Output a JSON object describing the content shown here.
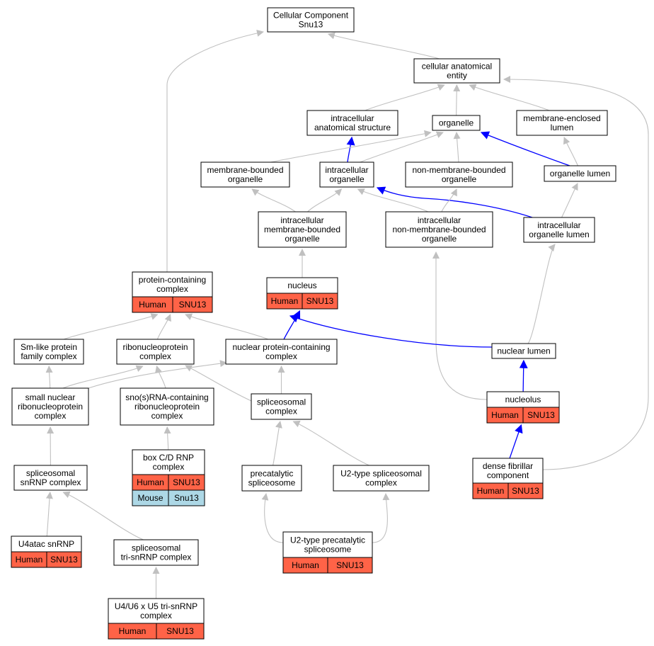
{
  "colors": {
    "node_fill": "#ffffff",
    "node_border": "#000000",
    "edge_gray": "#c0c0c0",
    "edge_blue": "#0000ff",
    "human_fill": "#ff6347",
    "mouse_fill": "#add8e6"
  },
  "nodes": [
    {
      "id": "cc",
      "lines": [
        "Cellular Component",
        "Snu13"
      ],
      "annotations": []
    },
    {
      "id": "cae",
      "lines": [
        "cellular anatomical",
        "entity"
      ],
      "annotations": []
    },
    {
      "id": "ias",
      "lines": [
        "intracellular",
        "anatomical structure"
      ],
      "annotations": []
    },
    {
      "id": "org",
      "lines": [
        "organelle"
      ],
      "annotations": []
    },
    {
      "id": "mel",
      "lines": [
        "membrane-enclosed",
        "lumen"
      ],
      "annotations": []
    },
    {
      "id": "mbo",
      "lines": [
        "membrane-bounded",
        "organelle"
      ],
      "annotations": []
    },
    {
      "id": "io",
      "lines": [
        "intracellular",
        "organelle"
      ],
      "annotations": []
    },
    {
      "id": "nmbo",
      "lines": [
        "non-membrane-bounded",
        "organelle"
      ],
      "annotations": []
    },
    {
      "id": "ol",
      "lines": [
        "organelle lumen"
      ],
      "annotations": []
    },
    {
      "id": "imbo",
      "lines": [
        "intracellular",
        "membrane-bounded",
        "organelle"
      ],
      "annotations": []
    },
    {
      "id": "inmbo",
      "lines": [
        "intracellular",
        "non-membrane-bounded",
        "organelle"
      ],
      "annotations": []
    },
    {
      "id": "iol",
      "lines": [
        "intracellular",
        "organelle lumen"
      ],
      "annotations": []
    },
    {
      "id": "pcc",
      "lines": [
        "protein-containing",
        "complex"
      ],
      "annotations": [
        {
          "species": "Human",
          "gene": "SNU13"
        }
      ]
    },
    {
      "id": "nuc",
      "lines": [
        "nucleus"
      ],
      "annotations": [
        {
          "species": "Human",
          "gene": "SNU13"
        }
      ]
    },
    {
      "id": "smlp",
      "lines": [
        "Sm-like protein",
        "family complex"
      ],
      "annotations": []
    },
    {
      "id": "rnp",
      "lines": [
        "ribonucleoprotein",
        "complex"
      ],
      "annotations": []
    },
    {
      "id": "npcc",
      "lines": [
        "nuclear protein-containing",
        "complex"
      ],
      "annotations": []
    },
    {
      "id": "nl",
      "lines": [
        "nuclear lumen"
      ],
      "annotations": []
    },
    {
      "id": "snrnp",
      "lines": [
        "small nuclear",
        "ribonucleoprotein",
        "complex"
      ],
      "annotations": []
    },
    {
      "id": "snornp",
      "lines": [
        "sno(s)RNA-containing",
        "ribonucleoprotein",
        "complex"
      ],
      "annotations": []
    },
    {
      "id": "spc",
      "lines": [
        "spliceosomal",
        "complex"
      ],
      "annotations": []
    },
    {
      "id": "nclo",
      "lines": [
        "nucleolus"
      ],
      "annotations": [
        {
          "species": "Human",
          "gene": "SNU13"
        }
      ]
    },
    {
      "id": "boxcd",
      "lines": [
        "box C/D RNP",
        "complex"
      ],
      "annotations": [
        {
          "species": "Human",
          "gene": "SNU13"
        },
        {
          "species": "Mouse",
          "gene": "Snu13"
        }
      ]
    },
    {
      "id": "ssnrnp",
      "lines": [
        "spliceosomal",
        "snRNP complex"
      ],
      "annotations": []
    },
    {
      "id": "precat",
      "lines": [
        "precatalytic",
        "spliceosome"
      ],
      "annotations": []
    },
    {
      "id": "u2sc",
      "lines": [
        "U2-type spliceosomal",
        "complex"
      ],
      "annotations": []
    },
    {
      "id": "dfc",
      "lines": [
        "dense fibrillar",
        "component"
      ],
      "annotations": [
        {
          "species": "Human",
          "gene": "SNU13"
        }
      ]
    },
    {
      "id": "u4atac",
      "lines": [
        "U4atac snRNP"
      ],
      "annotations": [
        {
          "species": "Human",
          "gene": "SNU13"
        }
      ]
    },
    {
      "id": "tri",
      "lines": [
        "spliceosomal",
        "tri-snRNP complex"
      ],
      "annotations": []
    },
    {
      "id": "u2pre",
      "lines": [
        "U2-type precatalytic",
        "spliceosome"
      ],
      "annotations": [
        {
          "species": "Human",
          "gene": "SNU13"
        }
      ]
    },
    {
      "id": "u4u6",
      "lines": [
        "U4/U6 x U5 tri-snRNP",
        "complex"
      ],
      "annotations": [
        {
          "species": "Human",
          "gene": "SNU13"
        }
      ]
    }
  ],
  "edges": [
    {
      "from": "cae",
      "to": "cc",
      "color": "gray"
    },
    {
      "from": "pcc",
      "to": "cc",
      "color": "gray"
    },
    {
      "from": "ias",
      "to": "cae",
      "color": "gray"
    },
    {
      "from": "org",
      "to": "cae",
      "color": "gray"
    },
    {
      "from": "mel",
      "to": "cae",
      "color": "gray"
    },
    {
      "from": "dfc",
      "to": "cae",
      "color": "gray"
    },
    {
      "from": "io",
      "to": "ias",
      "color": "blue"
    },
    {
      "from": "mbo",
      "to": "org",
      "color": "gray"
    },
    {
      "from": "io",
      "to": "org",
      "color": "gray"
    },
    {
      "from": "nmbo",
      "to": "org",
      "color": "gray"
    },
    {
      "from": "ol",
      "to": "org",
      "color": "blue"
    },
    {
      "from": "ol",
      "to": "mel",
      "color": "gray"
    },
    {
      "from": "imbo",
      "to": "mbo",
      "color": "gray"
    },
    {
      "from": "imbo",
      "to": "io",
      "color": "gray"
    },
    {
      "from": "inmbo",
      "to": "io",
      "color": "gray"
    },
    {
      "from": "iol",
      "to": "io",
      "color": "blue"
    },
    {
      "from": "inmbo",
      "to": "nmbo",
      "color": "gray"
    },
    {
      "from": "iol",
      "to": "ol",
      "color": "gray"
    },
    {
      "from": "nuc",
      "to": "imbo",
      "color": "gray"
    },
    {
      "from": "nclo",
      "to": "inmbo",
      "color": "gray"
    },
    {
      "from": "nl",
      "to": "iol",
      "color": "gray"
    },
    {
      "from": "npcc",
      "to": "nuc",
      "color": "blue"
    },
    {
      "from": "nl",
      "to": "nuc",
      "color": "blue"
    },
    {
      "from": "smlp",
      "to": "pcc",
      "color": "gray"
    },
    {
      "from": "rnp",
      "to": "pcc",
      "color": "gray"
    },
    {
      "from": "npcc",
      "to": "pcc",
      "color": "gray"
    },
    {
      "from": "nclo",
      "to": "nl",
      "color": "blue"
    },
    {
      "from": "snrnp",
      "to": "smlp",
      "color": "gray"
    },
    {
      "from": "snrnp",
      "to": "rnp",
      "color": "gray"
    },
    {
      "from": "snornp",
      "to": "rnp",
      "color": "gray"
    },
    {
      "from": "spc",
      "to": "rnp",
      "color": "gray"
    },
    {
      "from": "snrnp",
      "to": "npcc",
      "color": "gray"
    },
    {
      "from": "spc",
      "to": "npcc",
      "color": "gray"
    },
    {
      "from": "boxcd",
      "to": "snornp",
      "color": "gray"
    },
    {
      "from": "dfc",
      "to": "nclo",
      "color": "blue"
    },
    {
      "from": "ssnrnp",
      "to": "snrnp",
      "color": "gray"
    },
    {
      "from": "precat",
      "to": "spc",
      "color": "gray"
    },
    {
      "from": "u2sc",
      "to": "spc",
      "color": "gray"
    },
    {
      "from": "u4atac",
      "to": "ssnrnp",
      "color": "gray"
    },
    {
      "from": "tri",
      "to": "ssnrnp",
      "color": "gray"
    },
    {
      "from": "u2pre",
      "to": "precat",
      "color": "gray"
    },
    {
      "from": "u2pre",
      "to": "u2sc",
      "color": "gray"
    },
    {
      "from": "u4u6",
      "to": "tri",
      "color": "gray"
    }
  ]
}
